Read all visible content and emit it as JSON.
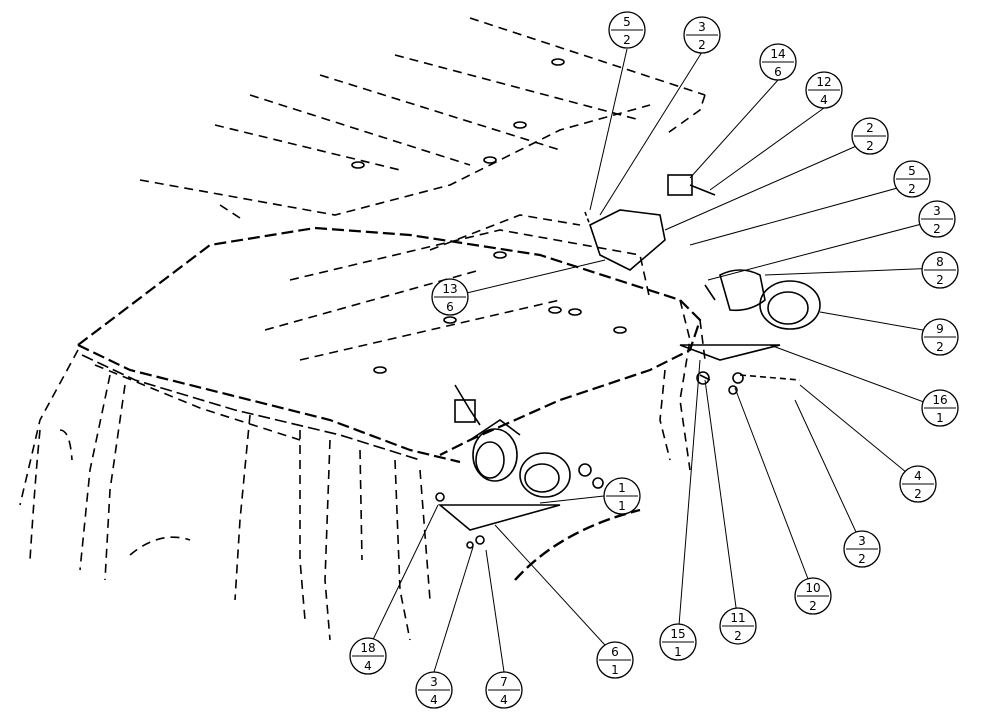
{
  "diagram": {
    "callouts": [
      {
        "id": "c-5-2-a",
        "part": "5",
        "qty": "2"
      },
      {
        "id": "c-3-2-a",
        "part": "3",
        "qty": "2"
      },
      {
        "id": "c-14-6",
        "part": "14",
        "qty": "6"
      },
      {
        "id": "c-12-4",
        "part": "12",
        "qty": "4"
      },
      {
        "id": "c-2-2",
        "part": "2",
        "qty": "2"
      },
      {
        "id": "c-5-2-b",
        "part": "5",
        "qty": "2"
      },
      {
        "id": "c-3-2-b",
        "part": "3",
        "qty": "2"
      },
      {
        "id": "c-8-2",
        "part": "8",
        "qty": "2"
      },
      {
        "id": "c-9-2",
        "part": "9",
        "qty": "2"
      },
      {
        "id": "c-16-1",
        "part": "16",
        "qty": "1"
      },
      {
        "id": "c-4-2",
        "part": "4",
        "qty": "2"
      },
      {
        "id": "c-3-2-c",
        "part": "3",
        "qty": "2"
      },
      {
        "id": "c-10-2",
        "part": "10",
        "qty": "2"
      },
      {
        "id": "c-11-2",
        "part": "11",
        "qty": "2"
      },
      {
        "id": "c-15-1",
        "part": "15",
        "qty": "1"
      },
      {
        "id": "c-6-1",
        "part": "6",
        "qty": "1"
      },
      {
        "id": "c-7-4",
        "part": "7",
        "qty": "4"
      },
      {
        "id": "c-3-4",
        "part": "3",
        "qty": "4"
      },
      {
        "id": "c-18-4",
        "part": "18",
        "qty": "4"
      },
      {
        "id": "c-1-1",
        "part": "1",
        "qty": "1"
      },
      {
        "id": "c-13-6",
        "part": "13",
        "qty": "6"
      }
    ]
  }
}
